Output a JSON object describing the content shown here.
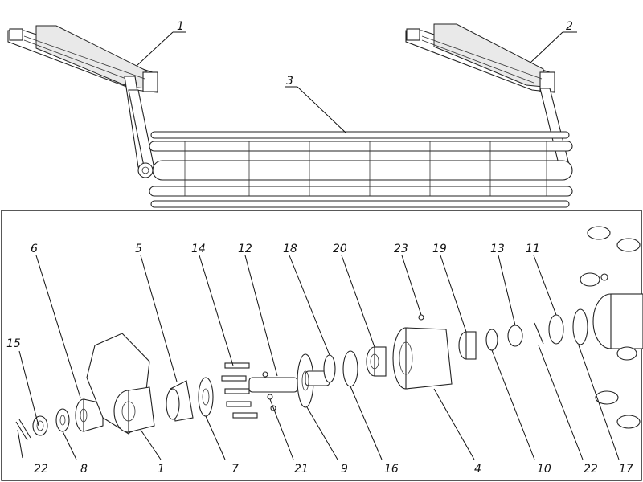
{
  "figure": {
    "top_labels": [
      "1",
      "2",
      "3"
    ],
    "bottom_labels": [
      "6",
      "5",
      "14",
      "12",
      "18",
      "20",
      "23",
      "19",
      "13",
      "11",
      "15",
      "22",
      "8",
      "1",
      "7",
      "21",
      "9",
      "16",
      "4",
      "10",
      "22",
      "17"
    ]
  }
}
